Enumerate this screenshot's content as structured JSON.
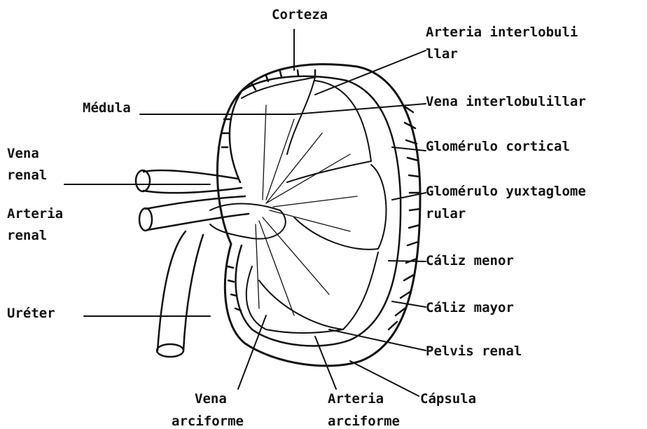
{
  "labels": {
    "corteza": "Corteza",
    "arteria_interlobulillar_1": "Arteria interlobuli",
    "arteria_interlobulillar_2": "llar",
    "medula": "Médula",
    "vena_interlobulillar": "Vena interlobulillar",
    "vena_renal_1": "Vena",
    "vena_renal_2": "renal",
    "glomerulo_cortical": "Glomérulo cortical",
    "glomerulo_yuxta_1": "Glomérulo yuxtaglome",
    "glomerulo_yuxta_2": "rular",
    "arteria_renal_1": "Arteria",
    "arteria_renal_2": "renal",
    "caliz_menor": "Cáliz menor",
    "caliz_mayor": "Cáliz mayor",
    "ureter": "Uréter",
    "pelvis_renal": "Pelvis renal",
    "vena_arciforme_1": "Vena",
    "vena_arciforme_2": "arciforme",
    "arteria_arciforme_1": "Arteria",
    "arteria_arciforme_2": "arciforme",
    "capsula": "Cápsula"
  },
  "colors": {
    "ink": "#111111",
    "paper": "#ffffff"
  }
}
